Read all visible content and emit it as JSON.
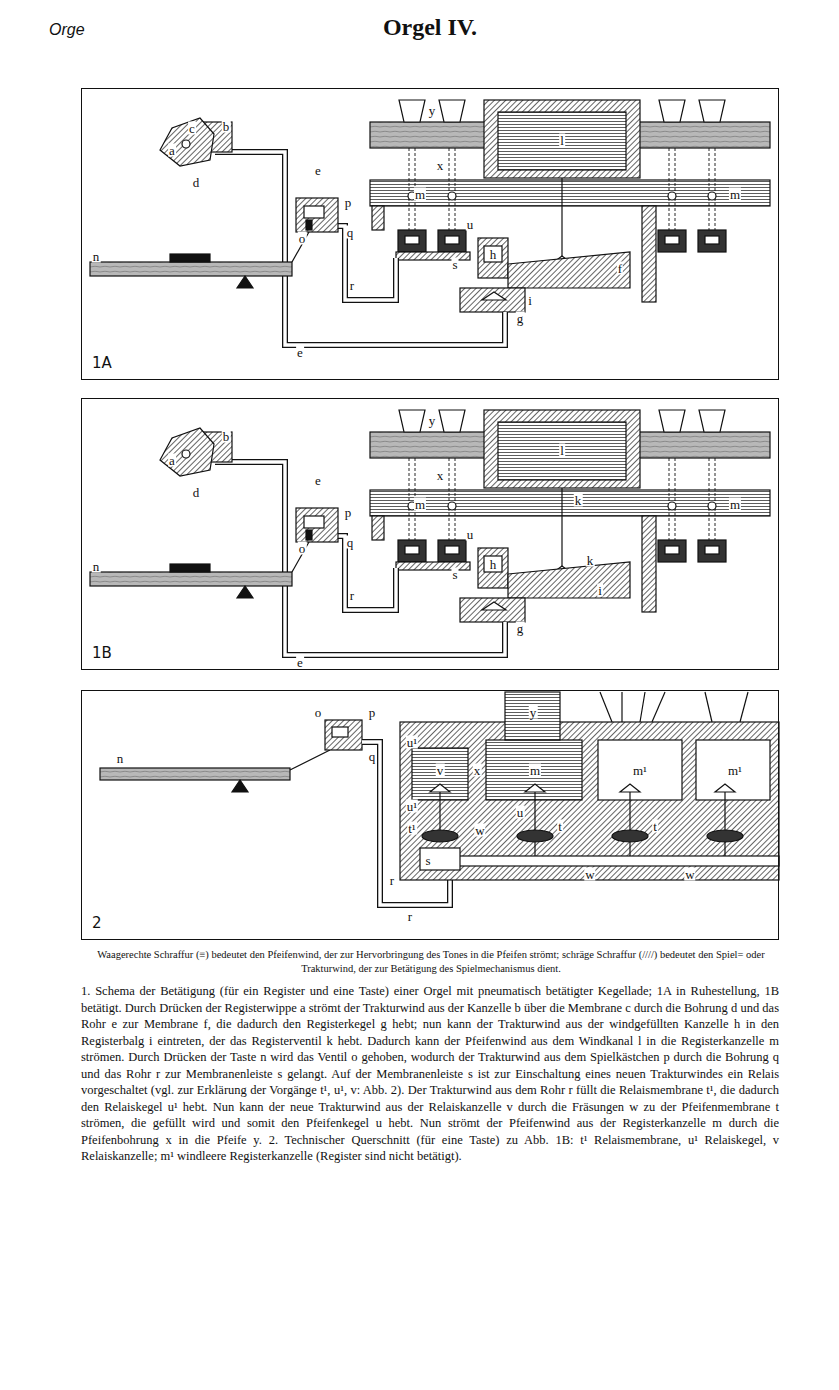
{
  "diagram": {
    "title": "Orgel IV.",
    "caption": "1. Schema der Betätigung (für ein Register und eine Taste) einer Orgel mit pneumatisch betätigter Kegellade; 1A in Ruhestellung, 1B betätigt. Durch Drücken der Registerwippe a strömt der Trakturwind aus der Kanzelle b über die Membrane c durch die Bohrung d und das Rohr e zur Membrane f, die dadurch den Registerkegel g hebt; nun kann der Trakturwind aus der windgefüllten Kanzelle h in den Registerbalg i eintreten, der das Registerventil k hebt. Dadurch kann der Pfeifenwind aus dem Windkanal l in die Registerkanzelle m strömen. Durch Drücken der Taste n wird das Ventil o gehoben, wodurch der Trakturwind aus dem Spielkästchen p durch die Bohrung q und das Rohr r zur Membranenleiste s gelangt. Auf der Membranenleiste s ist zur Einschaltung eines neuen Trakturwindes ein Relais vorgeschaltet (vgl. zur Erklärung der Vorgänge t¹, u¹, v: Abb. 2). Der Trakturwind aus dem Rohr r füllt die Relaismembrane t¹, die dadurch den Relaiskegel u¹ hebt. Nun kann der neue Trakturwind aus der Relaiskanzelle v durch die Fräsungen w zu der Pfeifenmembrane t strömen, die gefüllt wird und somit den Pfeifenkegel u hebt. Nun strömt der Pfeifenwind aus der Registerkanzelle m durch die Pfeifenbohrung x in die Pfeife y. 2. Technischer Querschnitt (für eine Taste) zu Abb. 1B: t¹ Relaismembrane, u¹ Relaiskegel, v Relaiskanzelle; m¹ windleere Registerkanzelle (Register sind nicht betätigt).",
    "nodes": [
      {
        "text": [
          "1A"
        ]
      },
      {
        "text": [
          "1B"
        ]
      },
      {
        "text": [
          "2"
        ]
      }
    ],
    "labels": [
      "Orge",
      "Waagerechte Schraffur (≡) bedeutet den Pfeifenwind, der zur Hervorbringung des Tones in die Pfeifen strömt; schräge Schraffur (////) bedeutet den Spiel= oder Trakturwind, der zur Betätigung des Spielmechanismus dient.",
      "a",
      "c",
      "b",
      "d",
      "e",
      "p",
      "o",
      "q",
      "n",
      "y",
      "l",
      "m",
      "m",
      "x",
      "s",
      "u",
      "h",
      "r",
      "i",
      "g",
      "e",
      "f",
      "a",
      "b",
      "d",
      "e",
      "n",
      "p",
      "o",
      "q",
      "r",
      "y",
      "l",
      "k",
      "x",
      "m",
      "m",
      "s",
      "u",
      "h",
      "k",
      "i",
      "g",
      "e",
      "n",
      "o",
      "p",
      "q",
      "r",
      "r",
      "y",
      "u¹",
      "v",
      "x",
      "m",
      "m¹",
      "m¹",
      "u¹",
      "t¹",
      "s",
      "w",
      "t",
      "t",
      "w",
      "w",
      "u"
    ]
  }
}
